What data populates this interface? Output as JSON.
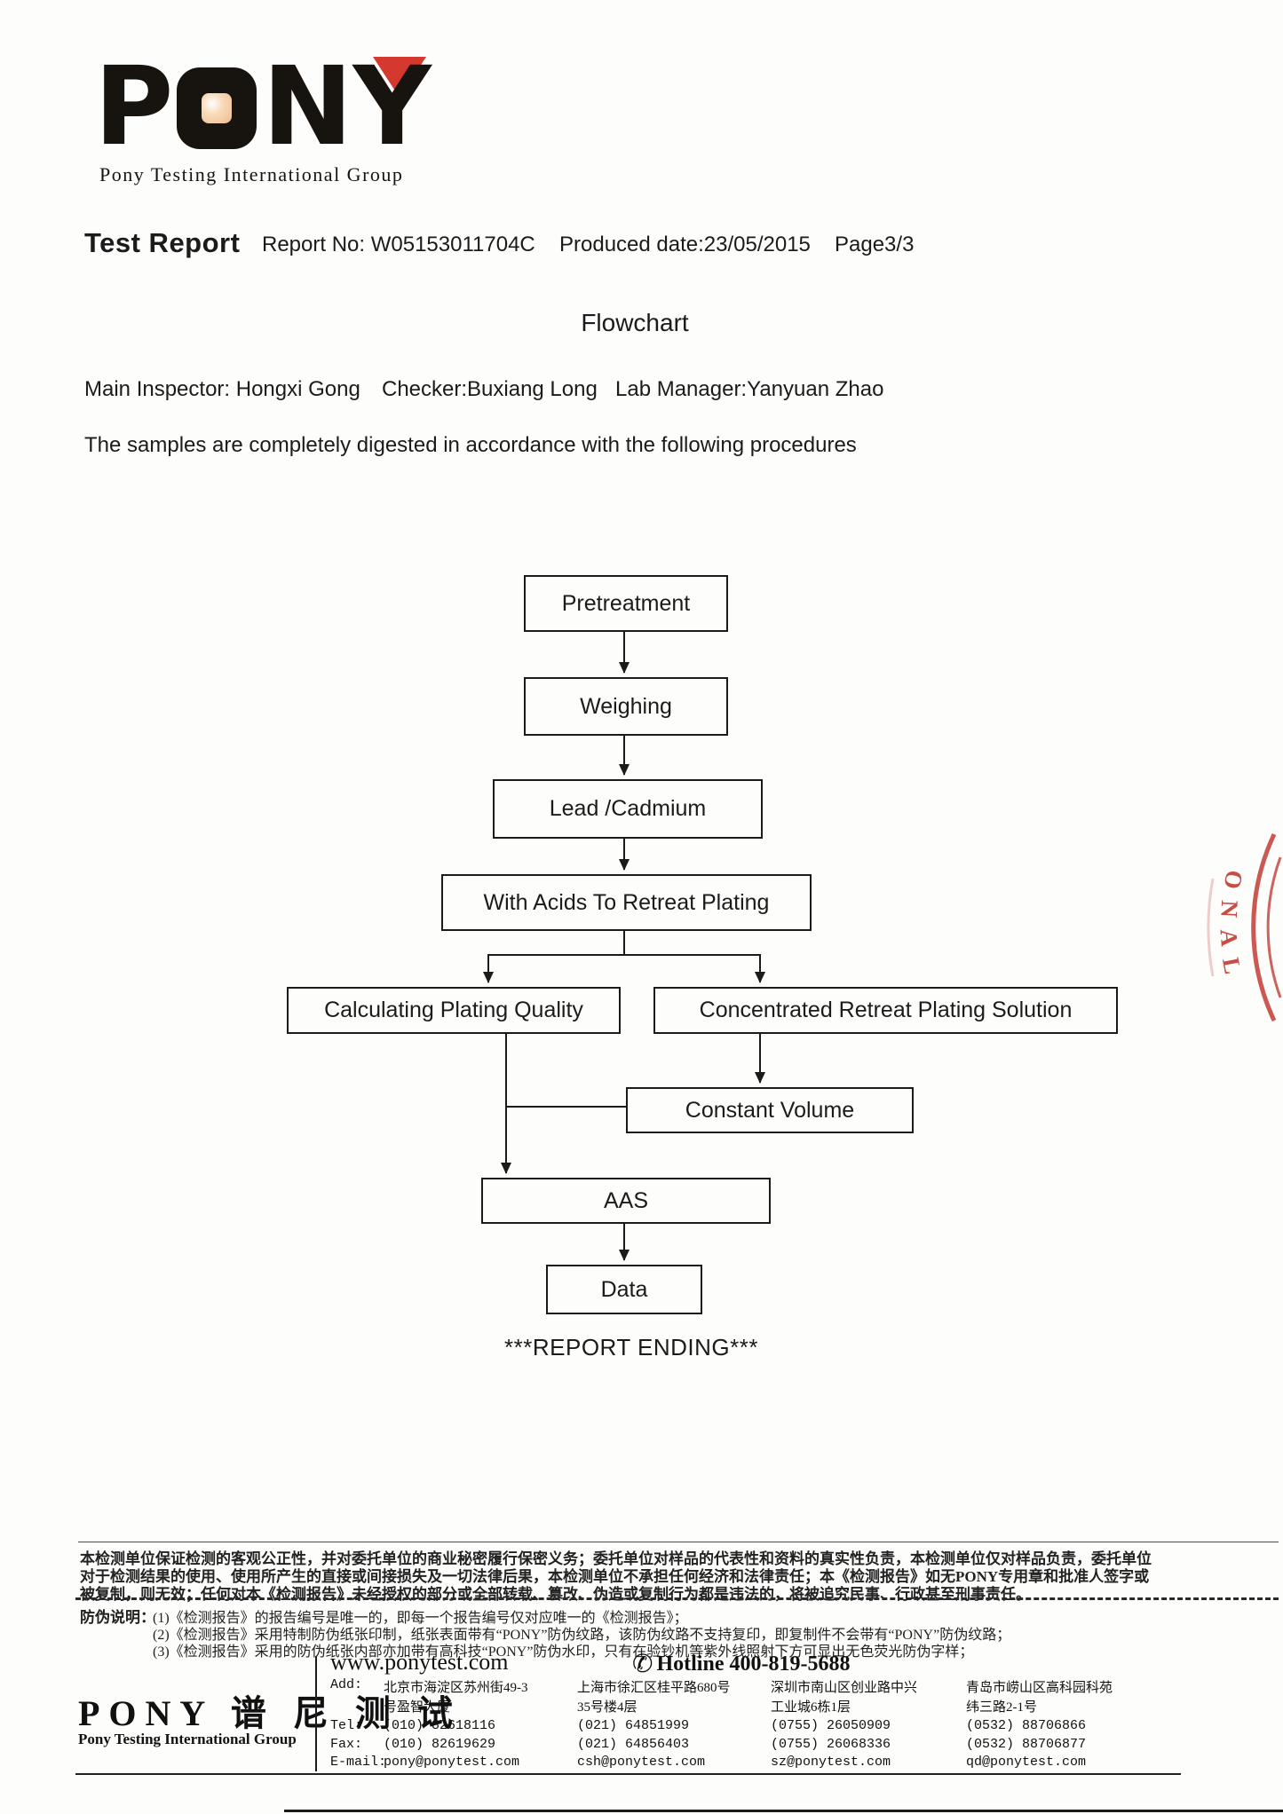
{
  "brand": {
    "logo_p": "P",
    "logo_n": "N",
    "logo_y": "Y",
    "subtitle": "Pony Testing International Group",
    "logo_red": "#d4382e",
    "logo_black": "#17130f",
    "logo_square_peach": "#f0c09a"
  },
  "header": {
    "title": "Test Report",
    "report_no": "Report No: W05153011704C",
    "produced_date": "Produced date:23/05/2015",
    "page": "Page3/3"
  },
  "flow_title": "Flowchart",
  "signatories": {
    "main_inspector": "Main Inspector: Hongxi Gong",
    "checker": "Checker:Buxiang Long",
    "lab_manager": "Lab Manager:Yanyuan Zhao"
  },
  "intro": "The samples are completely digested in accordance with the following procedures",
  "flowchart": {
    "nodes": [
      {
        "id": "pretreatment",
        "label": "Pretreatment"
      },
      {
        "id": "weighing",
        "label": "Weighing"
      },
      {
        "id": "lead-cadmium",
        "label": "Lead /Cadmium"
      },
      {
        "id": "with-acids",
        "label": "With Acids To Retreat Plating"
      },
      {
        "id": "calculating-plating-quality",
        "label": "Calculating Plating Quality"
      },
      {
        "id": "concentrated-retreat-plating-solution",
        "label": "Concentrated Retreat Plating Solution"
      },
      {
        "id": "constant-volume",
        "label": "Constant Volume"
      },
      {
        "id": "aas",
        "label": "AAS"
      },
      {
        "id": "data",
        "label": "Data"
      }
    ],
    "edges": [
      "Pretreatment -> Weighing",
      "Weighing -> Lead /Cadmium",
      "Lead /Cadmium -> With Acids To Retreat Plating",
      "With Acids To Retreat Plating -> Calculating Plating Quality",
      "With Acids To Retreat Plating -> Concentrated Retreat Plating Solution",
      "Concentrated Retreat Plating Solution -> Constant Volume",
      "Calculating Plating Quality + Constant Volume -> AAS",
      "AAS -> Data"
    ]
  },
  "report_ending": "***REPORT ENDING***",
  "stamp": {
    "visible_text": "ONAL",
    "color": "#c23b33"
  },
  "footer": {
    "disclaimer_lines": [
      "本检测单位保证检测的客观公正性，并对委托单位的商业秘密履行保密义务；委托单位对样品的代表性和资料的真实性负责，本检测单位仅对样品负责，委托单位",
      "对于检测结果的使用、使用所产生的直接或间接损失及一切法律后果，本检测单位不承担任何经济和法律责任；本《检测报告》如无PONY专用章和批准人签字或",
      "被复制，则无效；任何对本《检测报告》未经授权的部分或全部转载、篡改、伪造或复制行为都是违法的，将被追究民事、行政甚至刑事责任。"
    ],
    "anti_fake": {
      "label": "防伪说明：",
      "items": [
        "(1)《检测报告》的报告编号是唯一的，即每一个报告编号仅对应唯一的《检测报告》；",
        "(2)《检测报告》采用特制防伪纸张印制，纸张表面带有“PONY”防伪纹路，该防伪纹路不支持复印，即复制件不会带有“PONY”防伪纹路；",
        "(3)《检测报告》采用的防伪纸张内部亦加带有高科技“PONY”防伪水印，只有在验钞机等紫外线照射下方可显出无色荧光防伪字样；"
      ]
    },
    "brand_cn": "PONY 谱 尼 测 试",
    "brand_en": "Pony Testing International Group",
    "website": "www.ponytest.com",
    "hotline": "Hotline 400-819-5688",
    "labels": {
      "add": "Add:",
      "tel": "Tel:",
      "fax": "Fax:",
      "email": "E-mail:"
    },
    "offices": [
      {
        "address_l1": "北京市海淀区苏州街49-3",
        "address_l2": "号盈智大厦",
        "tel": "(010) 82618116",
        "fax": "(010) 82619629",
        "email": "pony@ponytest.com"
      },
      {
        "address_l1": "上海市徐汇区桂平路680号",
        "address_l2": "35号楼4层",
        "tel": "(021) 64851999",
        "fax": "(021) 64856403",
        "email": "csh@ponytest.com"
      },
      {
        "address_l1": "深圳市南山区创业路中兴",
        "address_l2": "工业城6栋1层",
        "tel": "(0755) 26050909",
        "fax": "(0755) 26068336",
        "email": "sz@ponytest.com"
      },
      {
        "address_l1": "青岛市崂山区高科园科苑",
        "address_l2": "纬三路2-1号",
        "tel": "(0532) 88706866",
        "fax": "(0532) 88706877",
        "email": "qd@ponytest.com"
      }
    ]
  }
}
